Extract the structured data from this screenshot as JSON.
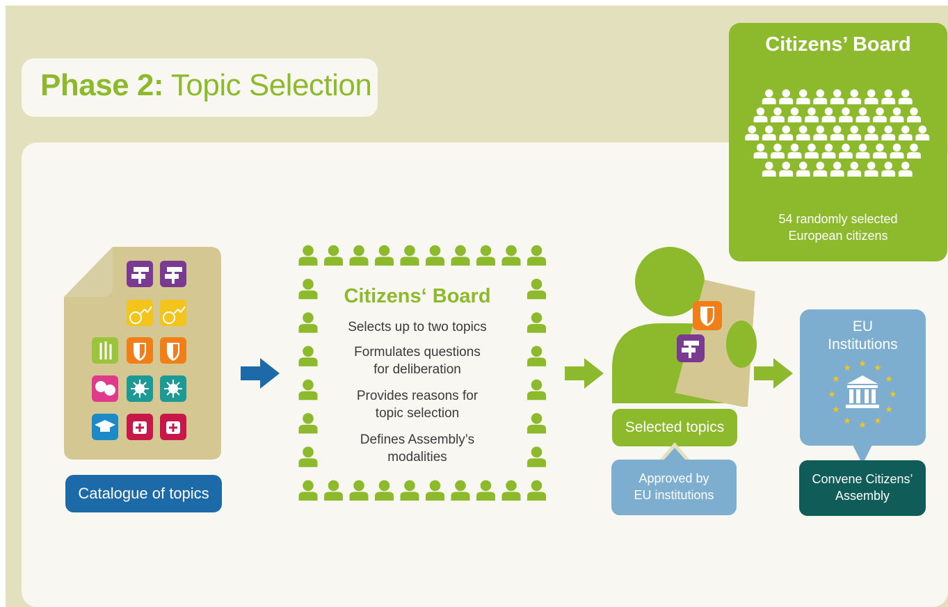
{
  "title": {
    "bold": "Phase 2:",
    "rest": " Topic Selection"
  },
  "citizens_board_panel": {
    "title": "Citizens’ Board",
    "subtitle_lines": [
      "54 randomly selected",
      "European citizens"
    ]
  },
  "catalogue": {
    "label": "Catalogue of topics"
  },
  "board": {
    "title": "Citizens‘ Board",
    "lines": [
      "Selects up to two topics",
      "Formulates questions",
      "for deliberation",
      "Provides reasons for",
      "topic selection",
      "Defines Assembly’s",
      "modalities"
    ]
  },
  "selected": {
    "label": "Selected topics"
  },
  "approved": {
    "lines": [
      "Approved by",
      "EU institutions"
    ]
  },
  "eu": {
    "title_lines": [
      "EU",
      "Institutions"
    ]
  },
  "convene": {
    "lines": [
      "Convene Citizens’",
      "Assembly"
    ]
  },
  "icons": [
    "signpost-icon",
    "globe-growth-icon",
    "wheat-icon",
    "shield-icon",
    "theatre-masks-icon",
    "sun-icon",
    "graduation-cap-icon",
    "first-aid-kit-icon",
    "eu-building-icon",
    "person-icon",
    "arrow-right-icon"
  ],
  "colors": {
    "lime": "#8dba2c",
    "navy": "#1c6aa8",
    "sky": "#7daed0",
    "teal": "#0f5c59",
    "beige": "#e3e0be",
    "paper": "#f8f7f1"
  }
}
